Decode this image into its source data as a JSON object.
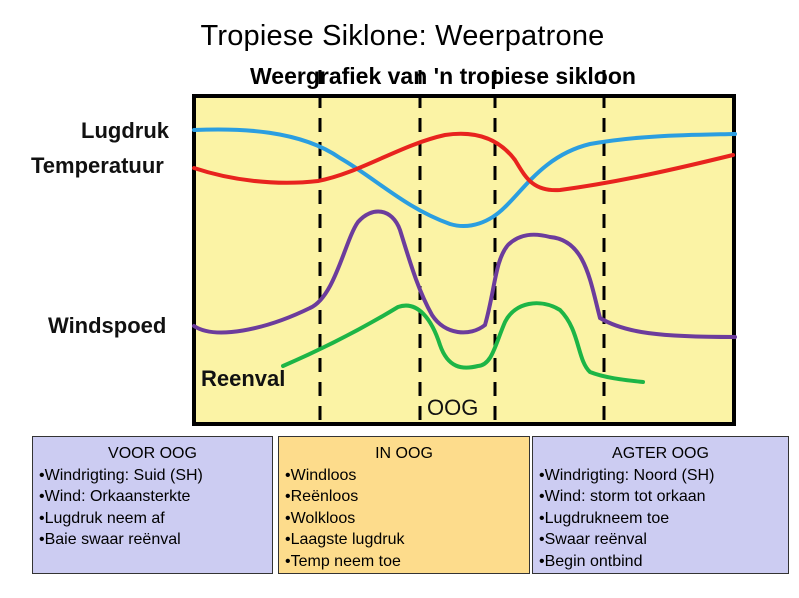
{
  "title": "Tropiese Siklone: Weerpatrone",
  "chart_title": "Weergrafiek van 'n tropiese sikloon",
  "labels": {
    "lugdruk": "Lugdruk",
    "temperatuur": "Temperatuur",
    "windspoed": "Windspoed",
    "reenval": "Reenval",
    "oog": "OOG"
  },
  "colors": {
    "panel_bg": "#fbf3a5",
    "lugdruk": "#2b9ee0",
    "temperatuur": "#e8231e",
    "windspoed": "#6c3c9c",
    "reenval": "#1db546",
    "box_side": "#ccccf2",
    "box_middle": "#fddc8c"
  },
  "boxes": [
    {
      "heading": "VOOR OOG",
      "items": [
        "Windrigting: Suid (SH)",
        "Wind: Orkaansterkte",
        "Lugdruk neem af",
        "Baie swaar reënval"
      ]
    },
    {
      "heading": "IN OOG",
      "items": [
        "Windloos",
        "Reënloos",
        "Wolkloos",
        "Laagste lugdruk",
        "Temp neem toe"
      ]
    },
    {
      "heading": "AGTER OOG",
      "items": [
        "Windrigting: Noord (SH)",
        "Wind: storm tot orkaan",
        "Lugdrukneem toe",
        "Swaar reënval",
        "Begin ontbind"
      ]
    }
  ]
}
